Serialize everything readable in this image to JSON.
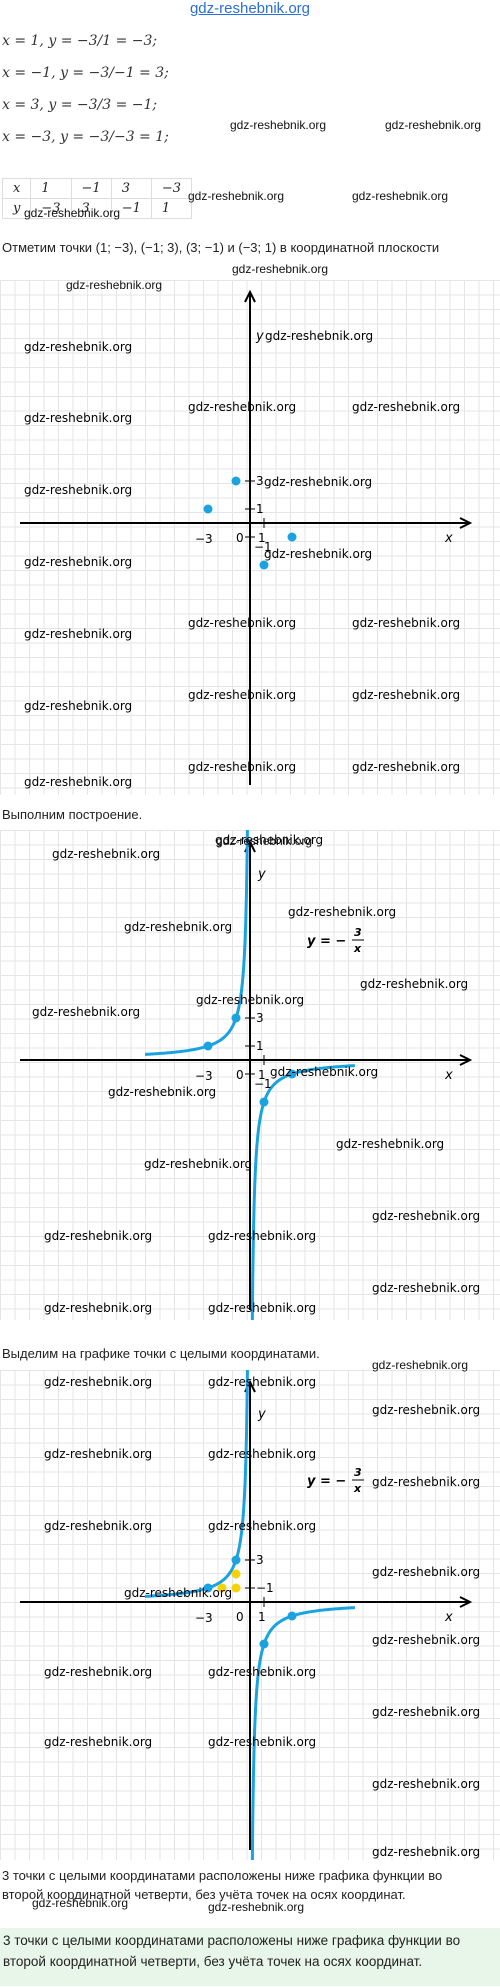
{
  "site_title": "gdz-reshebnik.org",
  "calc_lines": [
    "x = 1, y = −3/1 = −3;",
    "x = −1, y = −3/−1 = 3;",
    "x = 3, y = −3/3 = −1;",
    "x = −3, y = −3/−3 = 1;"
  ],
  "table": {
    "x_row": [
      "x",
      "1",
      "−1",
      "3",
      "−3"
    ],
    "y_row": [
      "y",
      "−3",
      "3",
      "−1",
      "1"
    ]
  },
  "text_mark_points": "Отметим точки (1; −3), (−1; 3), (3; −1) и (−3; 1) в координатной плоскости",
  "text_build": "Выполним построение.",
  "text_highlight": "Выделим на графике точки с целыми координатами.",
  "text_answer": "3 точки с целыми координатами расположены ниже графика функции во второй координатной четверти, без учёта точек на осях координат.",
  "final_answer": "3 точки с целыми координатами расположены ниже графика функции во второй координатной четверти, без учёта точек на осях координат.",
  "graph_labels": {
    "y_axis": "y",
    "x_axis": "x",
    "tick_neg3": "−3",
    "tick_zero": "0",
    "tick_one": "1",
    "tick_three": "3",
    "tick_neg1": "−1",
    "func_lhs": "y = −",
    "func_num": "3",
    "func_den": "x"
  },
  "watermark": "gdz-reshebnik.org",
  "colors": {
    "curve": "#1aa3e0",
    "points": "#1aa3e0",
    "integer_points": "#f5d20a",
    "axis": "#000000"
  },
  "chart_data": [
    {
      "type": "scatter",
      "points": [
        {
          "x": 1,
          "y": -3
        },
        {
          "x": -1,
          "y": 3
        },
        {
          "x": 3,
          "y": -1
        },
        {
          "x": -3,
          "y": 1
        }
      ]
    },
    {
      "type": "line",
      "function": "y = -3/x",
      "points": [
        {
          "x": 1,
          "y": -3
        },
        {
          "x": -1,
          "y": 3
        },
        {
          "x": 3,
          "y": -1
        },
        {
          "x": -3,
          "y": 1
        }
      ]
    },
    {
      "type": "line",
      "function": "y = -3/x",
      "points": [
        {
          "x": 1,
          "y": -3
        },
        {
          "x": -1,
          "y": 3
        },
        {
          "x": 3,
          "y": -1
        },
        {
          "x": -3,
          "y": 1
        }
      ],
      "highlighted_points": [
        {
          "x": -1,
          "y": 1
        },
        {
          "x": -1,
          "y": 2
        },
        {
          "x": -2,
          "y": 1
        }
      ]
    }
  ]
}
